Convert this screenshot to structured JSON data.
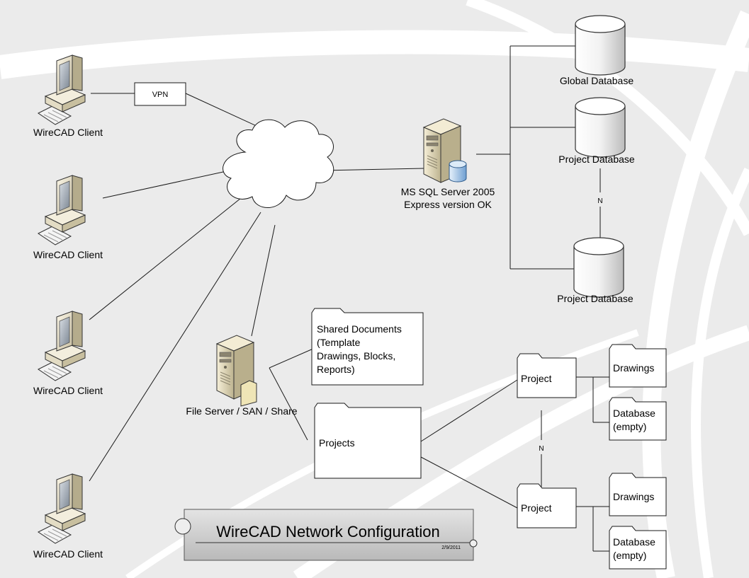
{
  "diagram": {
    "clients": [
      {
        "label": "WireCAD Client"
      },
      {
        "label": "WireCAD Client"
      },
      {
        "label": "WireCAD Client"
      },
      {
        "label": "WireCAD Client"
      }
    ],
    "vpn_label": "VPN",
    "sql_server": {
      "line1": "MS SQL Server 2005",
      "line2": "Express version OK"
    },
    "databases": {
      "global": "Global Database",
      "project_1": "Project Database",
      "project_2": "Project Database",
      "relation": "N"
    },
    "file_server": {
      "label": "File Server / SAN / Share"
    },
    "shared_documents": {
      "lines": [
        "Shared Documents",
        "(Template",
        "Drawings, Blocks,",
        "Reports)"
      ]
    },
    "projects_folder": {
      "label": "Projects"
    },
    "project_folders": [
      {
        "label": "Project",
        "drawings": "Drawings",
        "database_line1": "Database",
        "database_line2": "(empty)"
      },
      {
        "label": "Project",
        "drawings": "Drawings",
        "database_line1": "Database",
        "database_line2": "(empty)"
      }
    ],
    "project_relation": "N",
    "title_block": {
      "title": "WireCAD Network Configuration",
      "date": "2/9/2011"
    },
    "colors": {
      "background": "#ebebeb",
      "swoosh": "#ffffff",
      "line": "#1a1a1a",
      "title_block": "#c9c9c9"
    }
  }
}
